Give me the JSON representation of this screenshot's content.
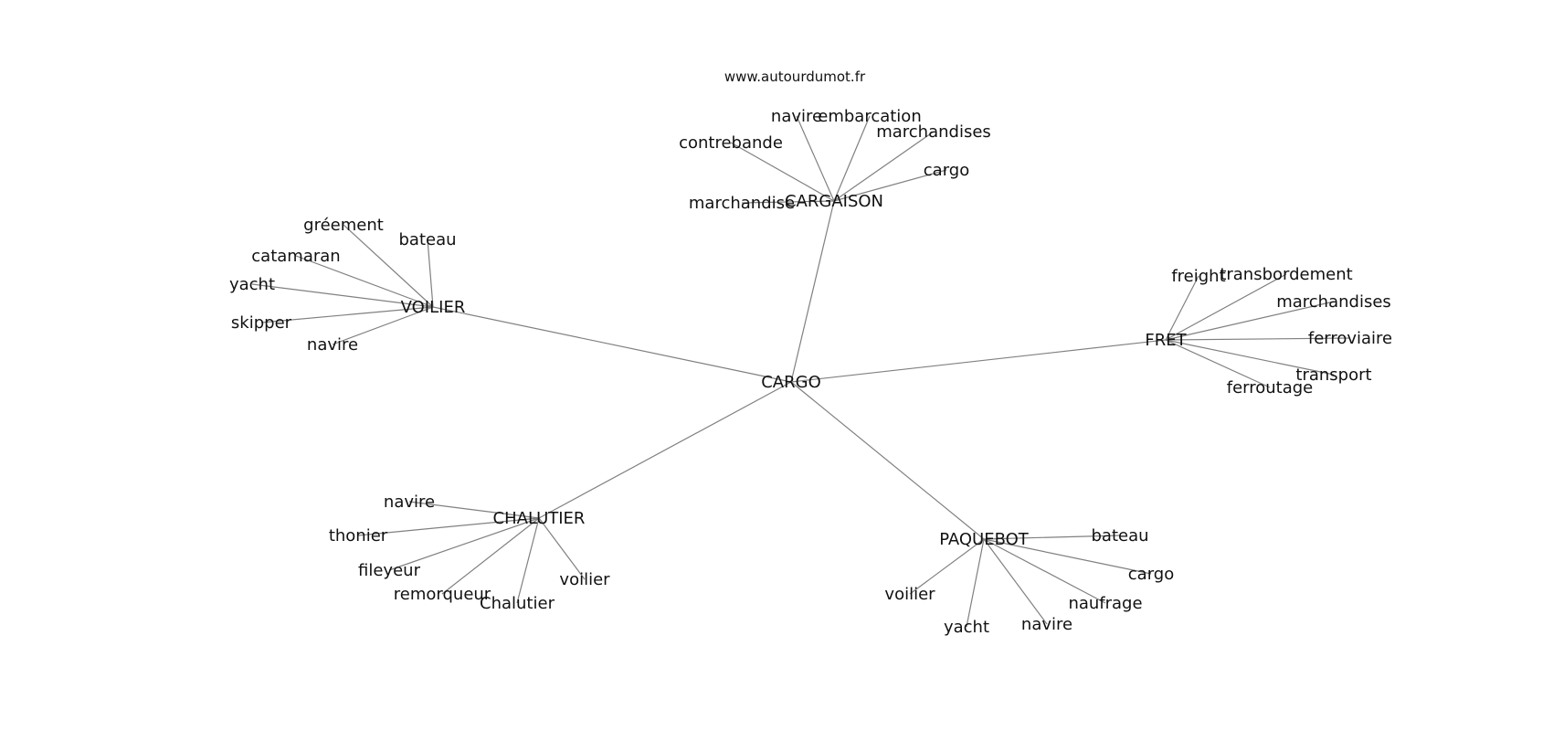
{
  "watermark": "www.autourdumot.fr",
  "colors": {
    "edge": "#808080",
    "text": "#111111",
    "background": "#ffffff"
  },
  "graph": {
    "center": "CARGO",
    "hubs": [
      {
        "id": "cargaison",
        "label": "CARGAISON",
        "leaves": [
          "navire",
          "embarcation",
          "marchandises",
          "contrebande",
          "cargo",
          "marchandise"
        ]
      },
      {
        "id": "voilier",
        "label": "VOILIER",
        "leaves": [
          "gréement",
          "bateau",
          "catamaran",
          "yacht",
          "skipper",
          "navire"
        ]
      },
      {
        "id": "fret",
        "label": "FRET",
        "leaves": [
          "freight",
          "transbordement",
          "marchandises",
          "ferroviaire",
          "transport",
          "ferroutage"
        ]
      },
      {
        "id": "chalutier",
        "label": "CHALUTIER",
        "leaves": [
          "navire",
          "thonier",
          "fileyeur",
          "remorqueur",
          "Chalutier",
          "voilier"
        ]
      },
      {
        "id": "paquebot",
        "label": "PAQUEBOT",
        "leaves": [
          "bateau",
          "cargo",
          "voilier",
          "naufrage",
          "yacht",
          "navire"
        ]
      }
    ]
  }
}
